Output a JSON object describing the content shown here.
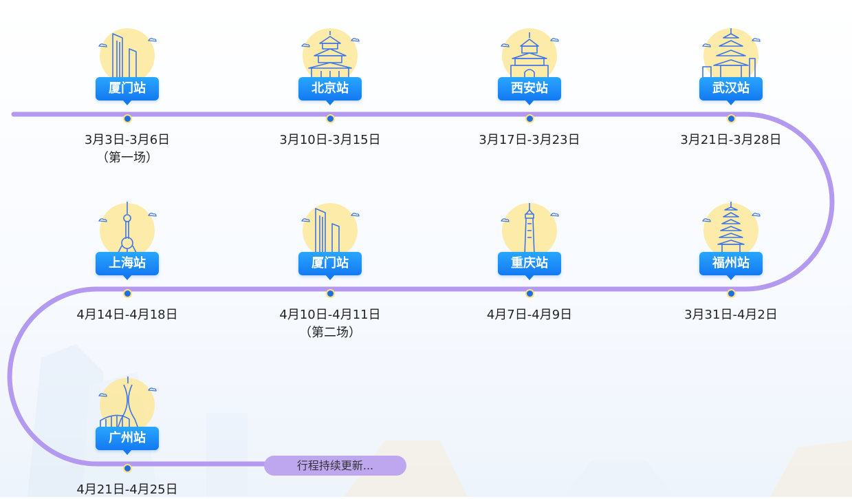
{
  "stops": [
    {
      "badge": "厦门站",
      "dates": "3月3日-3月6日",
      "note": "（第一场）",
      "icon": "xiamen-tower-icon"
    },
    {
      "badge": "北京站",
      "dates": "3月10日-3月15日",
      "note": "",
      "icon": "temple-of-heaven-icon"
    },
    {
      "badge": "西安站",
      "dates": "3月17日-3月23日",
      "note": "",
      "icon": "bell-tower-icon"
    },
    {
      "badge": "武汉站",
      "dates": "3月21日-3月28日",
      "note": "",
      "icon": "yellow-crane-tower-icon"
    },
    {
      "badge": "上海站",
      "dates": "4月14日-4月18日",
      "note": "",
      "icon": "oriental-pearl-tower-icon"
    },
    {
      "badge": "厦门站",
      "dates": "4月10日-4月11日",
      "note": "（第二场）",
      "icon": "xiamen-tower-icon"
    },
    {
      "badge": "重庆站",
      "dates": "4月7日-4月9日",
      "note": "",
      "icon": "liberation-monument-icon"
    },
    {
      "badge": "福州站",
      "dates": "3月31日-4月2日",
      "note": "",
      "icon": "pagoda-icon"
    },
    {
      "badge": "广州站",
      "dates": "4月21日-4月25日",
      "note": "",
      "icon": "canton-tower-icon"
    }
  ],
  "more_label": "行程持续更新...",
  "colors": {
    "route": "#b39af0",
    "badge": "#1f86f5",
    "dot": "#1f6fe0",
    "sun": "#fde79a",
    "line_art": "#3d74e6"
  }
}
